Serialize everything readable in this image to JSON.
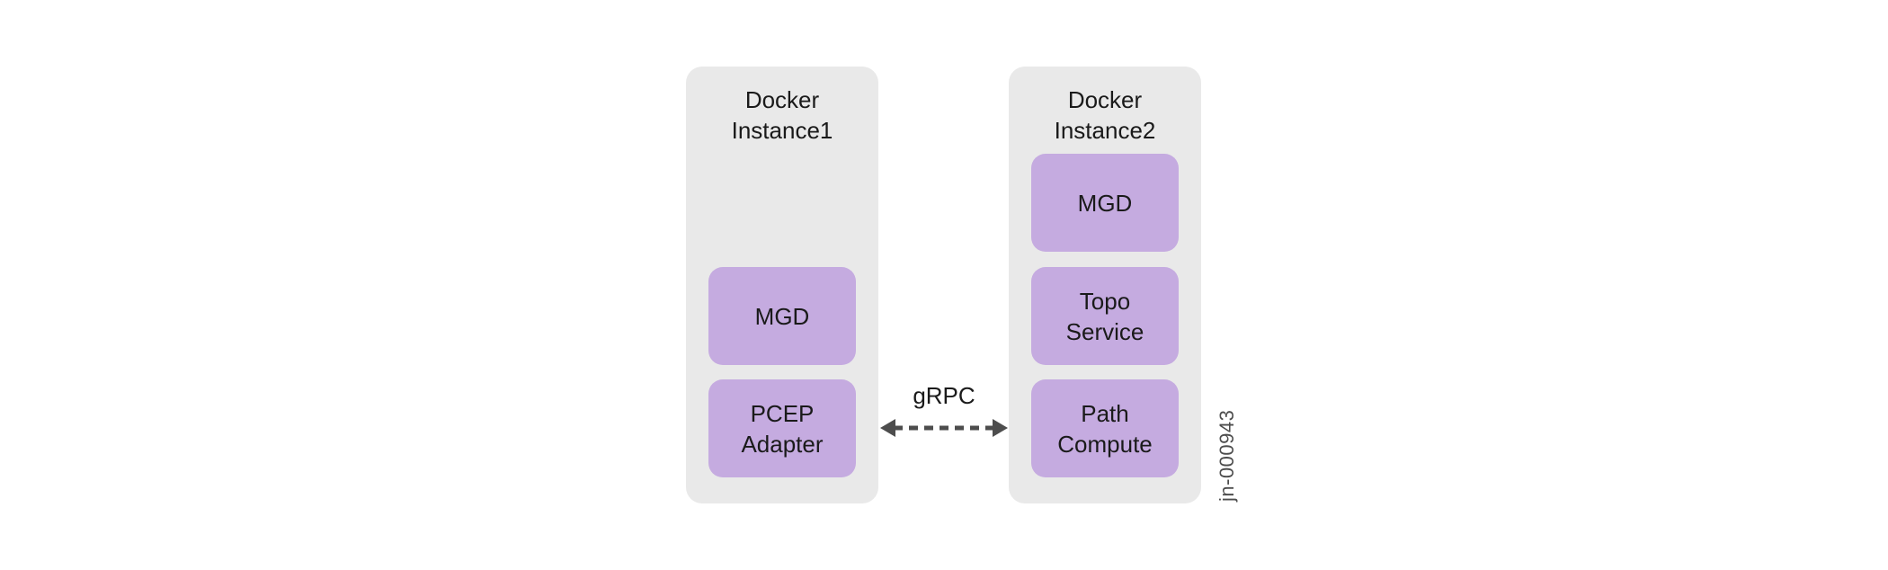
{
  "colors": {
    "container_bg": "#e9e9e9",
    "component_bg": "#c5abe0",
    "arrow": "#4d4d4d",
    "text": "#1a1a1a"
  },
  "containers": [
    {
      "title": "Docker\nInstance1",
      "boxes": [
        {
          "label": "MGD"
        },
        {
          "label": "PCEP\nAdapter"
        }
      ]
    },
    {
      "title": "Docker\nInstance2",
      "boxes": [
        {
          "label": "MGD"
        },
        {
          "label": "Topo\nService"
        },
        {
          "label": "Path\nCompute"
        }
      ]
    }
  ],
  "connection": {
    "label": "gRPC",
    "style": "dashed-double-arrow"
  },
  "figure_id": "jn-000943"
}
